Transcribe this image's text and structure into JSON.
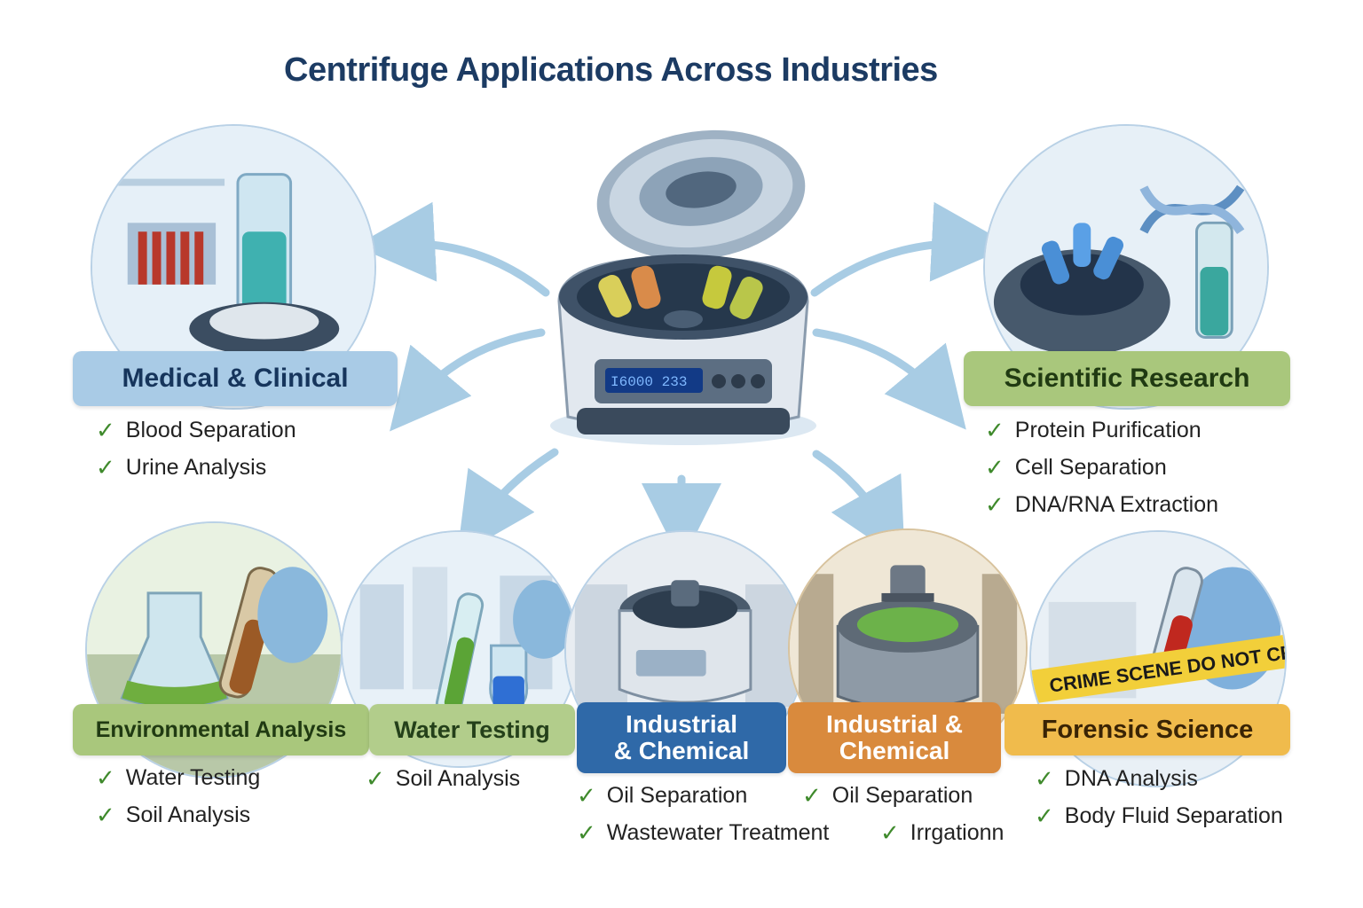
{
  "title": "Centrifuge Applications Across Industries",
  "device": {
    "display_text": "I6000  233"
  },
  "colors": {
    "title": "#1c3b63",
    "check": "#3f8a2c",
    "arrow": "#a8cce4",
    "medical": "#a9cbe6",
    "research": "#a9c77c",
    "environmental": "#a9c77c",
    "water": "#b2cd8b",
    "industrial": "#2f69a8",
    "industrial_chemical": "#d98a3d",
    "forensic": "#f0bb4c"
  },
  "sectors": {
    "medical": {
      "label": "Medical & Clinical",
      "items": [
        "Blood Separation",
        "Urine Analysis"
      ]
    },
    "research": {
      "label": "Scientific Research",
      "items": [
        "Protein Purification",
        "Cell Separation",
        "DNA/RNA Extraction"
      ]
    },
    "environmental": {
      "label": "Environmental Analysis",
      "items": [
        "Water Testing",
        "Soil Analysis"
      ]
    },
    "water": {
      "label": "Water Testing",
      "items": [
        "Soil Analysis"
      ]
    },
    "industrial": {
      "label_line1": "Industrial",
      "label_line2": "& Chemical",
      "items": [
        "Oil Separation",
        "Wastewater Treatment"
      ]
    },
    "industrial_chemical": {
      "label_line1": "Industrial &",
      "label_line2": "Chemical",
      "items": [
        "Oil Separation",
        "Irrgationn"
      ]
    },
    "forensic": {
      "label": "Forensic Science",
      "items": [
        "DNA Analysis",
        "Body Fluid Separation"
      ],
      "tape_text": "CRIME SCENE  DO NOT CROSS"
    }
  },
  "check_symbol": "✓"
}
